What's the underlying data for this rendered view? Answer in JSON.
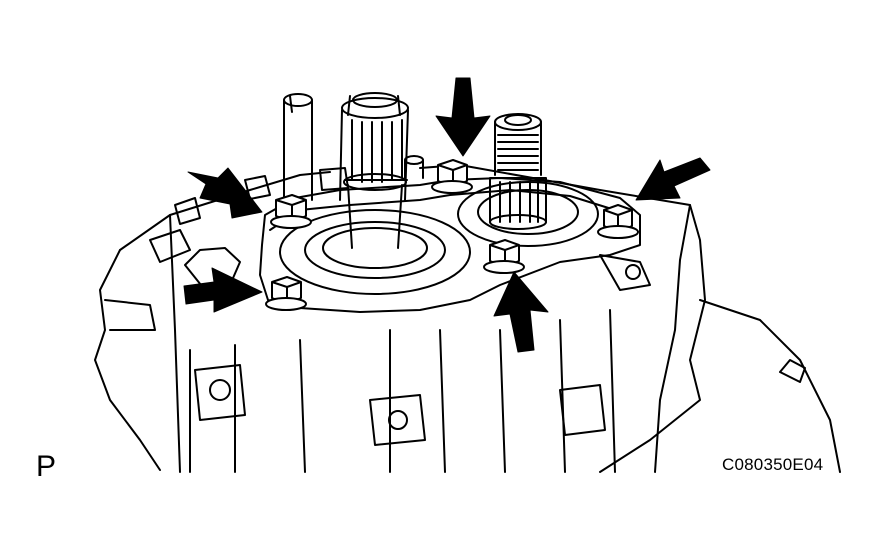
{
  "labels": {
    "corner_letter": "P",
    "figure_code": "C080350E04"
  },
  "colors": {
    "line": "#000000",
    "fill": "#ffffff"
  },
  "arrows": [
    {
      "name": "arrow-upper-left-bolt",
      "points_to": "upper-left-bolt"
    },
    {
      "name": "arrow-top-center-bolt",
      "points_to": "top-center-bolt"
    },
    {
      "name": "arrow-right-bolt",
      "points_to": "right-bolt"
    },
    {
      "name": "arrow-lower-left-bolt",
      "points_to": "lower-left-bolt"
    },
    {
      "name": "arrow-bottom-center-bolt",
      "points_to": "bottom-center-bolt"
    }
  ]
}
